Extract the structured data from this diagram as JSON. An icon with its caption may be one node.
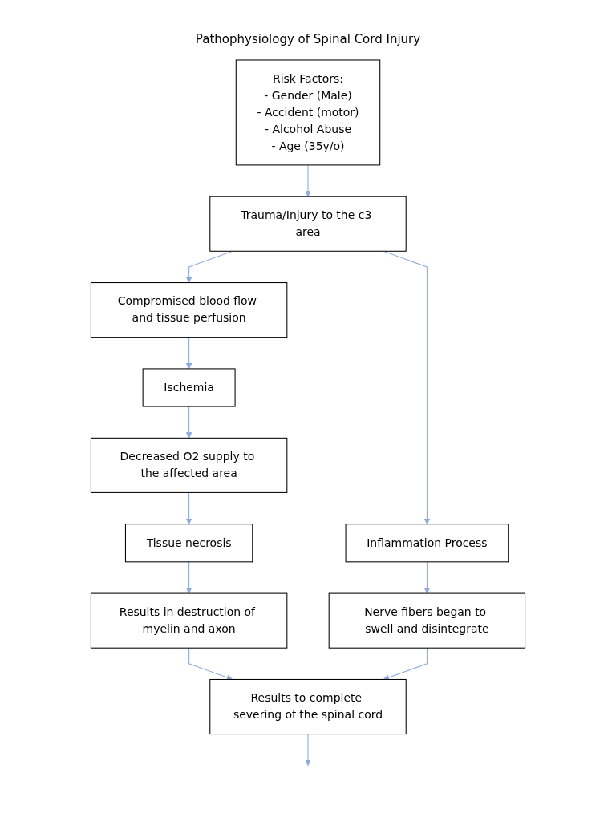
{
  "diagram": {
    "title": "Pathophysiology of Spinal Cord Injury",
    "nodes": [
      {
        "text": [
          "Risk Factors:",
          "- Gender (Male)",
          "- Accident (motor)",
          "- Alcohol Abuse",
          "- Age (35y/o)"
        ]
      },
      {
        "text": [
          "Trauma/Injury to the c3 area"
        ]
      },
      {
        "text": [
          "Compromised blood flow and tissue perfusion"
        ]
      },
      {
        "text": [
          "Inflammation Process"
        ]
      },
      {
        "text": [
          "Ischemia"
        ]
      },
      {
        "text": [
          "Nerve fibers began to swell and disintegrate"
        ]
      },
      {
        "text": [
          "Decreased O2 supply to the affected area"
        ]
      },
      {
        "text": [
          "Tissue necrosis"
        ]
      },
      {
        "text": [
          "Results in destruction of myelin and axon"
        ]
      },
      {
        "text": [
          "Results to complete severing of the spinal cord"
        ]
      }
    ],
    "edges": [
      {
        "from": 0,
        "to": 1,
        "arrow": "to"
      },
      {
        "from": 1,
        "to": 2,
        "arrow": "to"
      },
      {
        "from": 1,
        "to": 3,
        "arrow": "to"
      },
      {
        "from": 2,
        "to": 4,
        "arrow": "to"
      },
      {
        "from": 4,
        "to": 6,
        "arrow": "to"
      },
      {
        "from": 6,
        "to": 7,
        "arrow": "to"
      },
      {
        "from": 7,
        "to": 8,
        "arrow": "to"
      },
      {
        "from": 3,
        "to": 5,
        "arrow": "to"
      },
      {
        "from": 8,
        "to": 9,
        "arrow": "to"
      },
      {
        "from": 5,
        "to": 9,
        "arrow": "to"
      },
      {
        "from": 9,
        "to": null,
        "arrow": "to"
      }
    ]
  }
}
